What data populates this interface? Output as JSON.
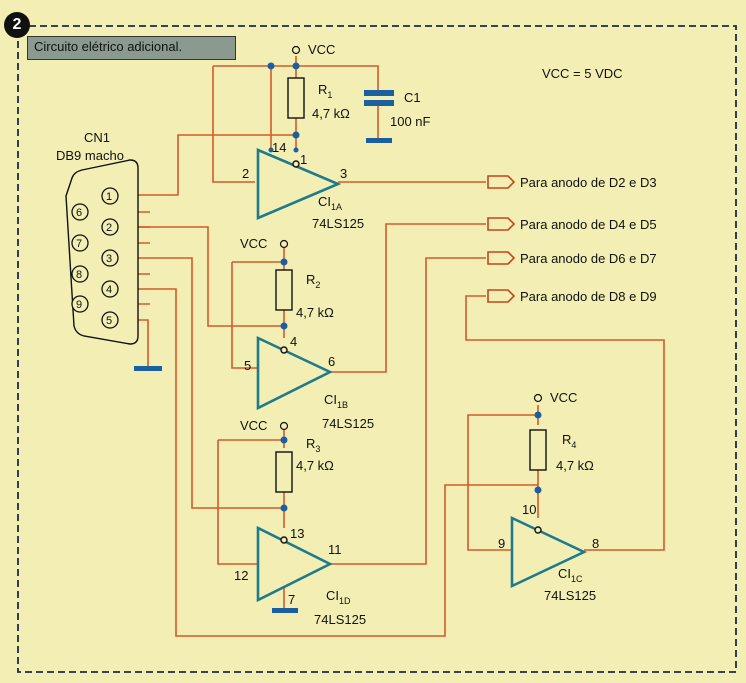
{
  "figure_number": "2",
  "title": "Circuito elétrico adicional.",
  "vcc_note": "VCC = 5 VDC",
  "connector": {
    "name": "CN1",
    "type": "DB9 macho",
    "pins": [
      "1",
      "2",
      "3",
      "4",
      "5",
      "6",
      "7",
      "8",
      "9"
    ]
  },
  "vcc_label": "VCC",
  "resistors": [
    {
      "ref": "R",
      "sub": "1",
      "value": "4,7 kΩ"
    },
    {
      "ref": "R",
      "sub": "2",
      "value": "4,7 kΩ"
    },
    {
      "ref": "R",
      "sub": "3",
      "value": "4,7 kΩ"
    },
    {
      "ref": "R",
      "sub": "4",
      "value": "4,7 kΩ"
    }
  ],
  "capacitor": {
    "ref": "C1",
    "value": "100 nF"
  },
  "gates": [
    {
      "ref": "CI",
      "sub": "1A",
      "part": "74LS125",
      "pin_in": "2",
      "pin_en": "1",
      "pin_out": "3",
      "pin_extra": "14"
    },
    {
      "ref": "CI",
      "sub": "1B",
      "part": "74LS125",
      "pin_in": "5",
      "pin_en": "4",
      "pin_out": "6"
    },
    {
      "ref": "CI",
      "sub": "1D",
      "part": "74LS125",
      "pin_in": "12",
      "pin_en": "13",
      "pin_out": "11",
      "pin_extra": "7"
    },
    {
      "ref": "CI",
      "sub": "1C",
      "part": "74LS125",
      "pin_in": "9",
      "pin_en": "10",
      "pin_out": "8"
    }
  ],
  "outputs": [
    "Para anodo de D2 e D3",
    "Para anodo de D4 e D5",
    "Para anodo de D6 e D7",
    "Para anodo de D8 e D9"
  ],
  "colors": {
    "background": "#f3efb4",
    "wire": "#d35a2b",
    "gate": "#1f7a8c",
    "node": "#1a5fa0"
  }
}
